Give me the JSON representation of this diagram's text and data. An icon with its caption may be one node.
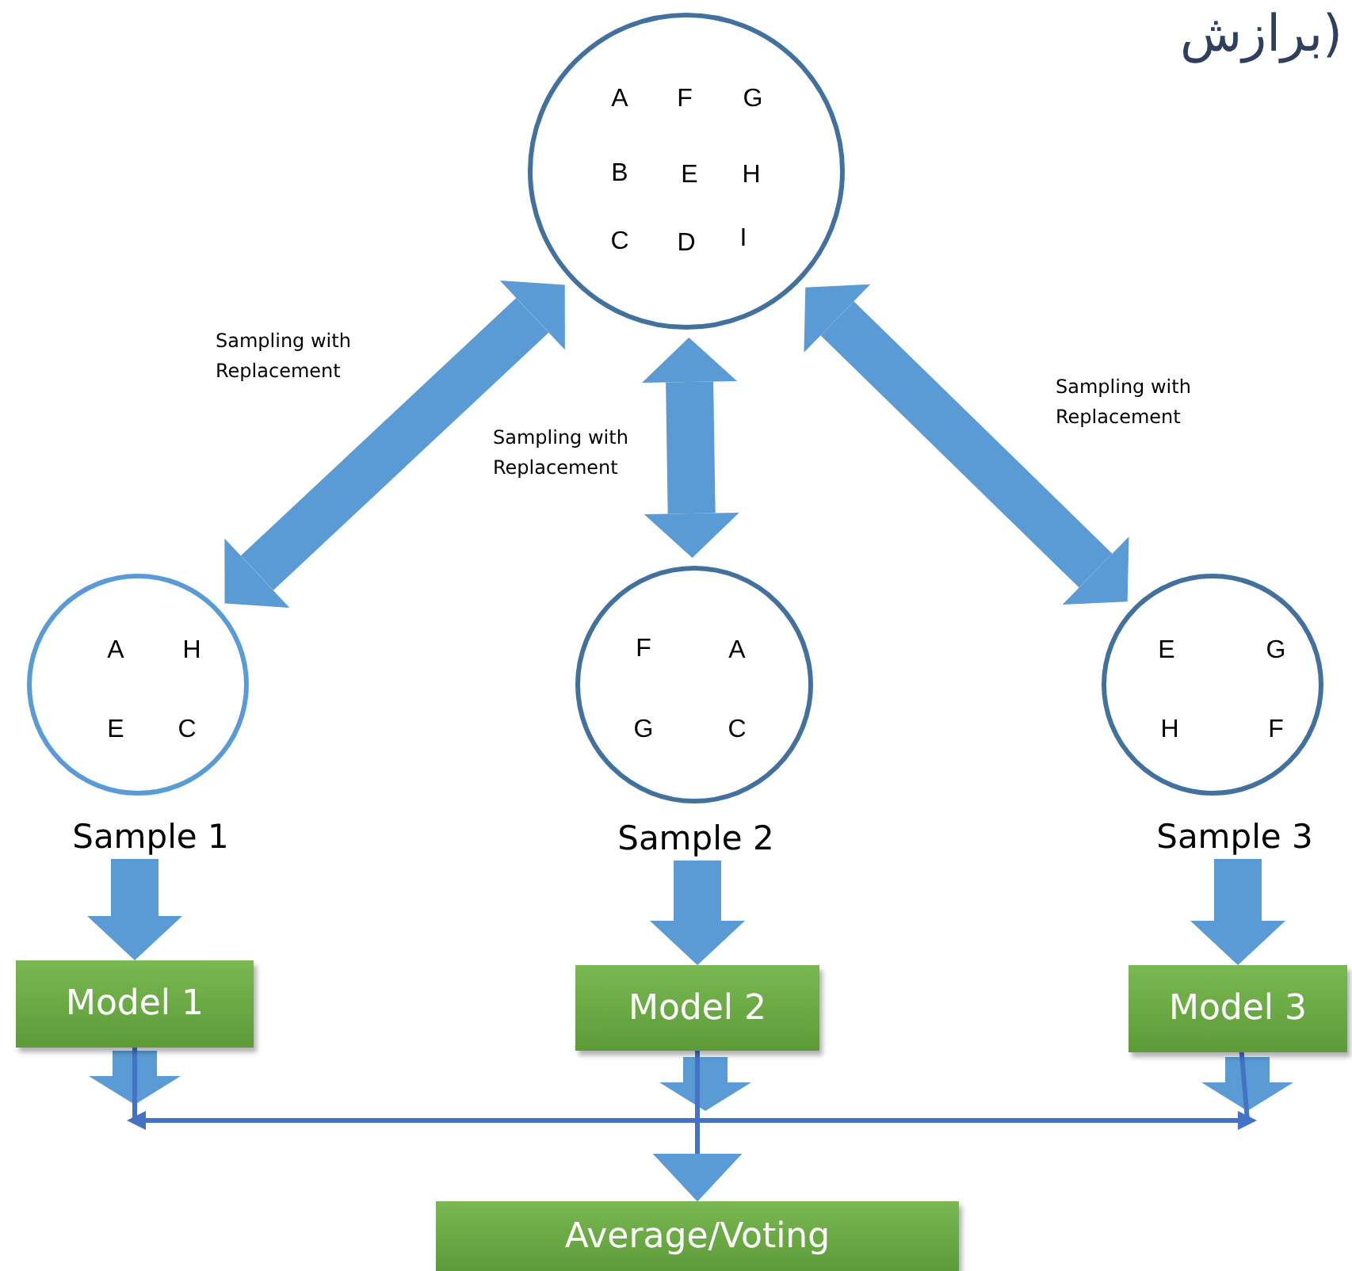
{
  "diagram": {
    "nodes": [
      {
        "text": [
          "A",
          "F",
          "G",
          "B",
          "E",
          "H",
          "C",
          "D",
          "I"
        ]
      },
      {
        "text": [
          "A",
          "H",
          "E",
          "C",
          "Sample 1"
        ]
      },
      {
        "text": [
          "F",
          "A",
          "G",
          "C",
          "Sample 2"
        ]
      },
      {
        "text": [
          "E",
          "G",
          "H",
          "F",
          "Sample 3"
        ]
      },
      {
        "text": [
          "Model 1"
        ]
      },
      {
        "text": [
          "Model 2"
        ]
      },
      {
        "text": [
          "Model 3"
        ]
      },
      {
        "text": [
          "Average/Voting"
        ]
      }
    ],
    "edges": [
      {
        "from": 0,
        "to": 1,
        "arrow": "both",
        "label": "Sampling with Replacement"
      },
      {
        "from": 0,
        "to": 2,
        "arrow": "both",
        "label": "Sampling with Replacement"
      },
      {
        "from": 0,
        "to": 3,
        "arrow": "both",
        "label": "Sampling with Replacement"
      },
      {
        "from": 1,
        "to": 4,
        "arrow": "to"
      },
      {
        "from": 2,
        "to": 5,
        "arrow": "to"
      },
      {
        "from": 3,
        "to": 6,
        "arrow": "to"
      },
      {
        "from": 4,
        "to": 7,
        "arrow": "to"
      },
      {
        "from": 5,
        "to": 7,
        "arrow": "to"
      },
      {
        "from": 6,
        "to": 7,
        "arrow": "to"
      }
    ],
    "labels": [
      "برازش)"
    ]
  }
}
